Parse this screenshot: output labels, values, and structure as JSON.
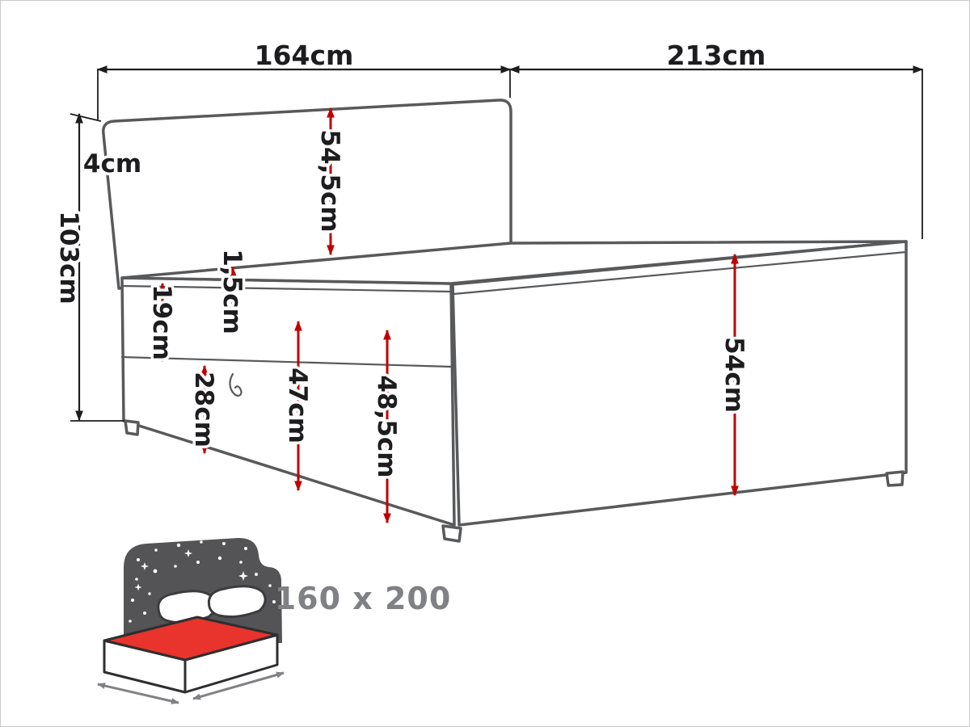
{
  "meta": {
    "title": "Upholstered storage bed dimensions diagram"
  },
  "colors": {
    "outline": "#58595b",
    "quilt_line": "#a0a2a5",
    "button": "#96989b",
    "dim_black": "#1d1d1f",
    "dim_red": "#c00000",
    "icon_dark": "#545457",
    "icon_red": "#e8342c",
    "icon_gray": "#808285"
  },
  "dimensions": {
    "top": [
      {
        "name": "headboard-width",
        "label": "164cm"
      },
      {
        "name": "bed-length",
        "label": "213cm"
      }
    ],
    "left": [
      {
        "name": "headboard-top-edge",
        "label": "4cm"
      },
      {
        "name": "total-height",
        "label": "103cm"
      }
    ],
    "red": [
      {
        "name": "headboard-panel-height",
        "label": "54,5cm"
      },
      {
        "name": "piping-height",
        "label": "1,5cm"
      },
      {
        "name": "mattress-height",
        "label": "19cm"
      },
      {
        "name": "drawer-front-height",
        "label": "28cm"
      },
      {
        "name": "base-height",
        "label": "47cm"
      },
      {
        "name": "front-corner-height",
        "label": "48,5cm"
      },
      {
        "name": "side-panel-height",
        "label": "54cm"
      }
    ]
  },
  "badge": {
    "size_label": "160 x 200"
  }
}
